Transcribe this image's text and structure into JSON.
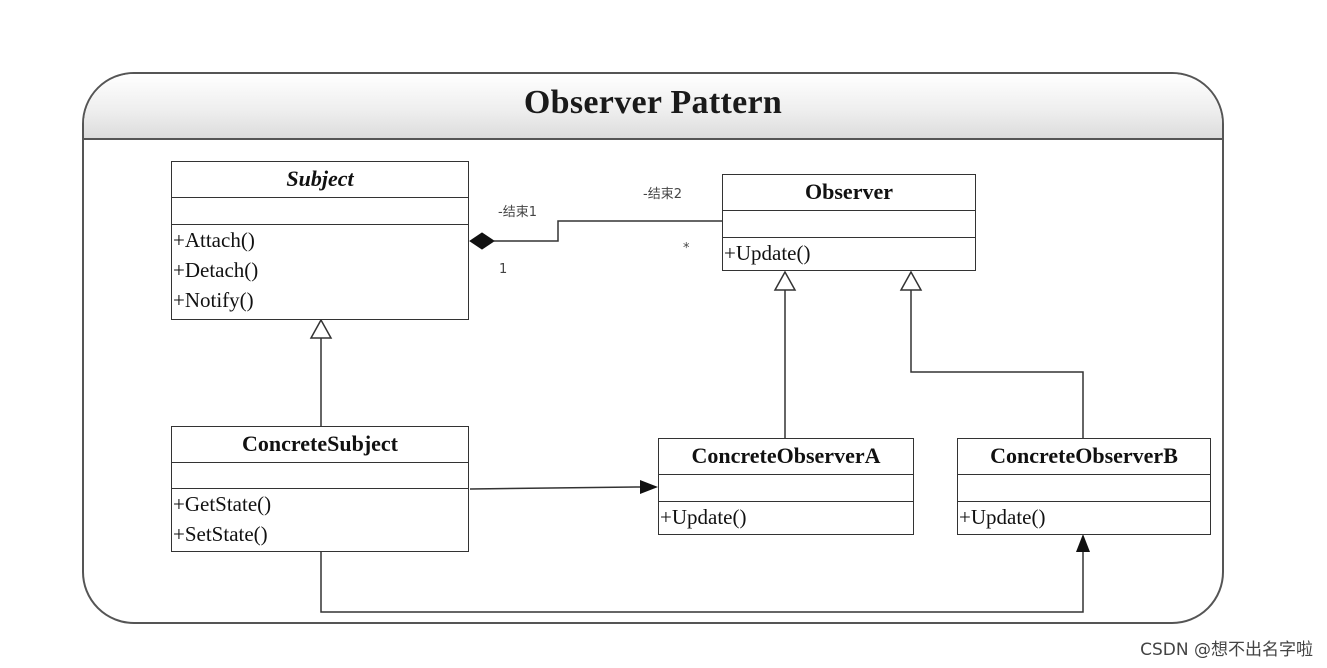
{
  "title": "Observer Pattern",
  "classes": {
    "subject": {
      "name": "Subject",
      "operations": [
        "+Attach()",
        "+Detach()",
        "+Notify()"
      ]
    },
    "observer": {
      "name": "Observer",
      "operations": [
        "+Update()"
      ]
    },
    "concrete_subject": {
      "name": "ConcreteSubject",
      "operations": [
        "+GetState()",
        "+SetState()"
      ]
    },
    "concrete_observer_a": {
      "name": "ConcreteObserverA",
      "operations": [
        "+Update()"
      ]
    },
    "concrete_observer_b": {
      "name": "ConcreteObserverB",
      "operations": [
        "+Update()"
      ]
    }
  },
  "association": {
    "end1_label": "-结束1",
    "end2_label": "-结束2",
    "end1_multiplicity": "1",
    "end2_multiplicity": "*"
  },
  "watermark": "CSDN @想不出名字啦"
}
